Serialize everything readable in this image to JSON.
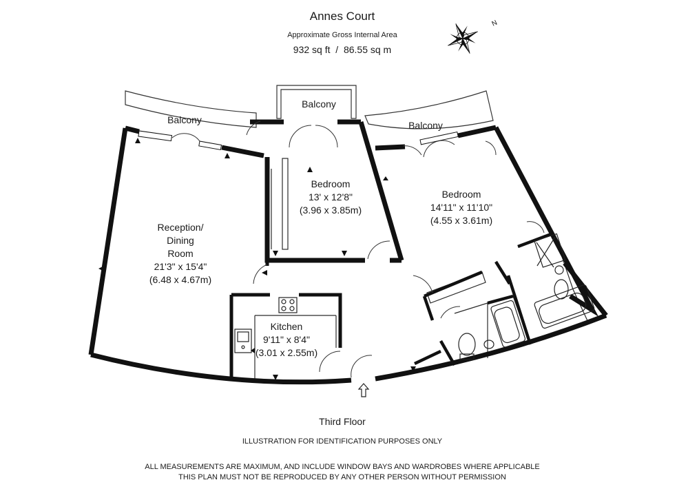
{
  "header": {
    "title": "Annes Court",
    "area_caption": "Approximate Gross Internal Area",
    "area_value": "932 sq ft  /  86.55 sq m"
  },
  "compass": {
    "icon": "compass-rose-icon",
    "north_label": "N"
  },
  "rooms": {
    "balcony_left": "Balcony",
    "balcony_center": "Balcony",
    "balcony_right": "Balcony",
    "reception": {
      "name_line1": "Reception/",
      "name_line2": "Dining",
      "name_line3": "Room",
      "imperial": "21'3\" x 15'4\"",
      "metric": "(6.48 x 4.67m)"
    },
    "bedroom1": {
      "name": "Bedroom",
      "imperial": "13' x 12'8\"",
      "metric": "(3.96 x 3.85m)"
    },
    "bedroom2": {
      "name": "Bedroom",
      "imperial": "14'11\" x 11'10\"",
      "metric": "(4.55 x 3.61m)"
    },
    "kitchen": {
      "name": "Kitchen",
      "imperial": "9'11\" x 8'4\"",
      "metric": "(3.01 x 2.55m)"
    }
  },
  "entrance": {
    "icon": "entrance-arrow-icon"
  },
  "floor_label": "Third Floor",
  "disclaimers": {
    "illustration": "ILLUSTRATION FOR IDENTIFICATION PURPOSES ONLY",
    "measurements": "ALL MEASUREMENTS ARE MAXIMUM, AND INCLUDE WINDOW BAYS AND WARDROBES WHERE APPLICABLE",
    "copyright": "THIS PLAN MUST NOT BE REPRODUCED BY ANY OTHER PERSON WITHOUT PERMISSION"
  }
}
